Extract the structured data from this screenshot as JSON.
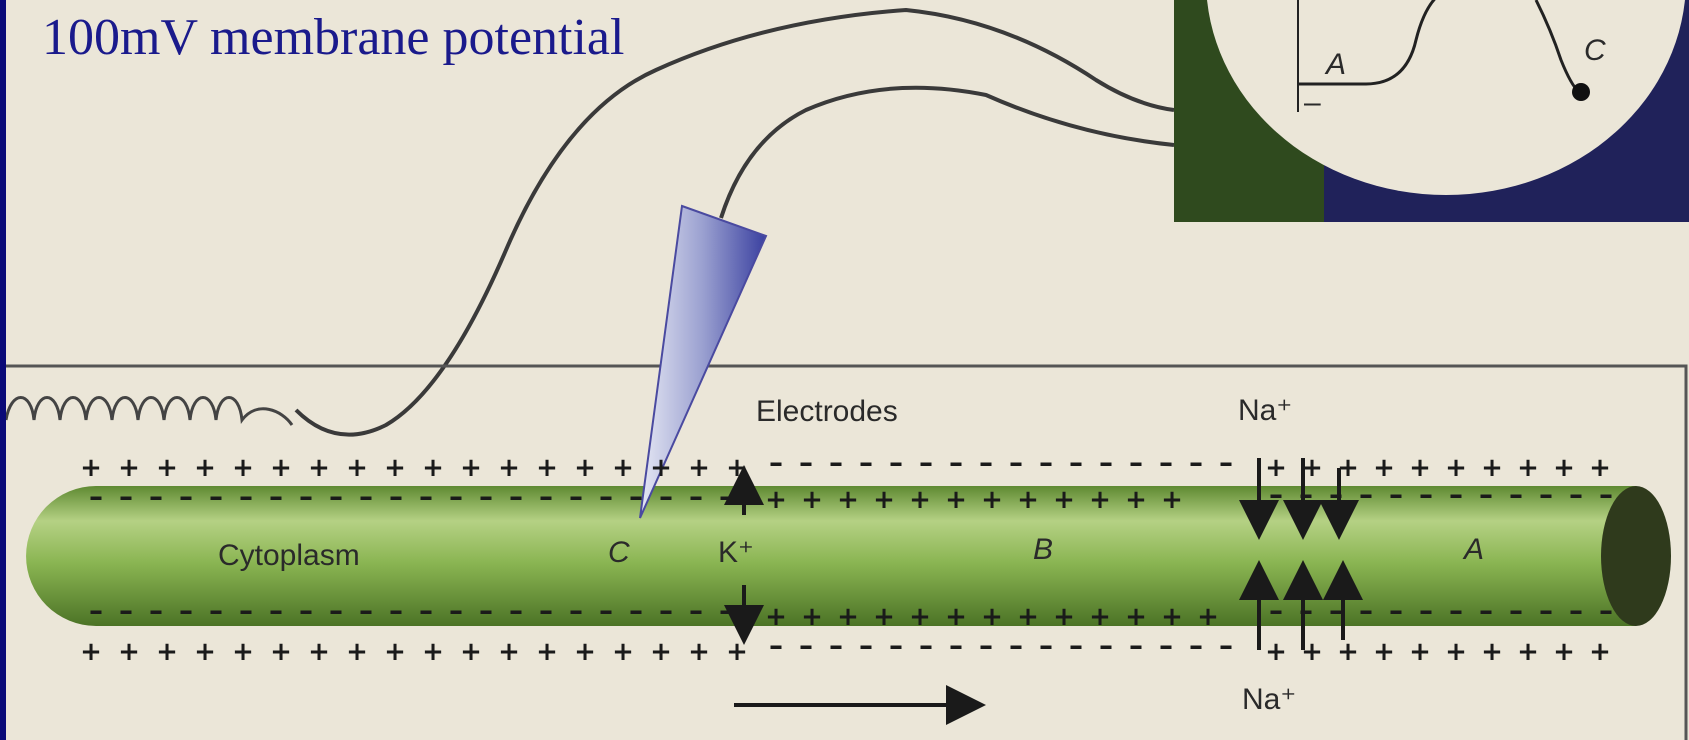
{
  "caption": "100mV membrane potential",
  "diagram": {
    "labels": {
      "electrodes": "Electrodes",
      "na_top": "Na⁺",
      "na_bottom": "Na⁺",
      "cytoplasm": "Cytoplasm",
      "region_c": "C",
      "potassium": "K⁺",
      "region_b": "B",
      "region_a": "A"
    },
    "oscilloscope": {
      "point_a": "A",
      "point_c": "C",
      "minus": "–"
    },
    "colors": {
      "axon": "#7fa84a",
      "scope_panel": "#20225a",
      "scope_panel_green": "#2f4a1e",
      "slide_background": "#0a0a78",
      "caption": "#1a1a8c"
    }
  }
}
